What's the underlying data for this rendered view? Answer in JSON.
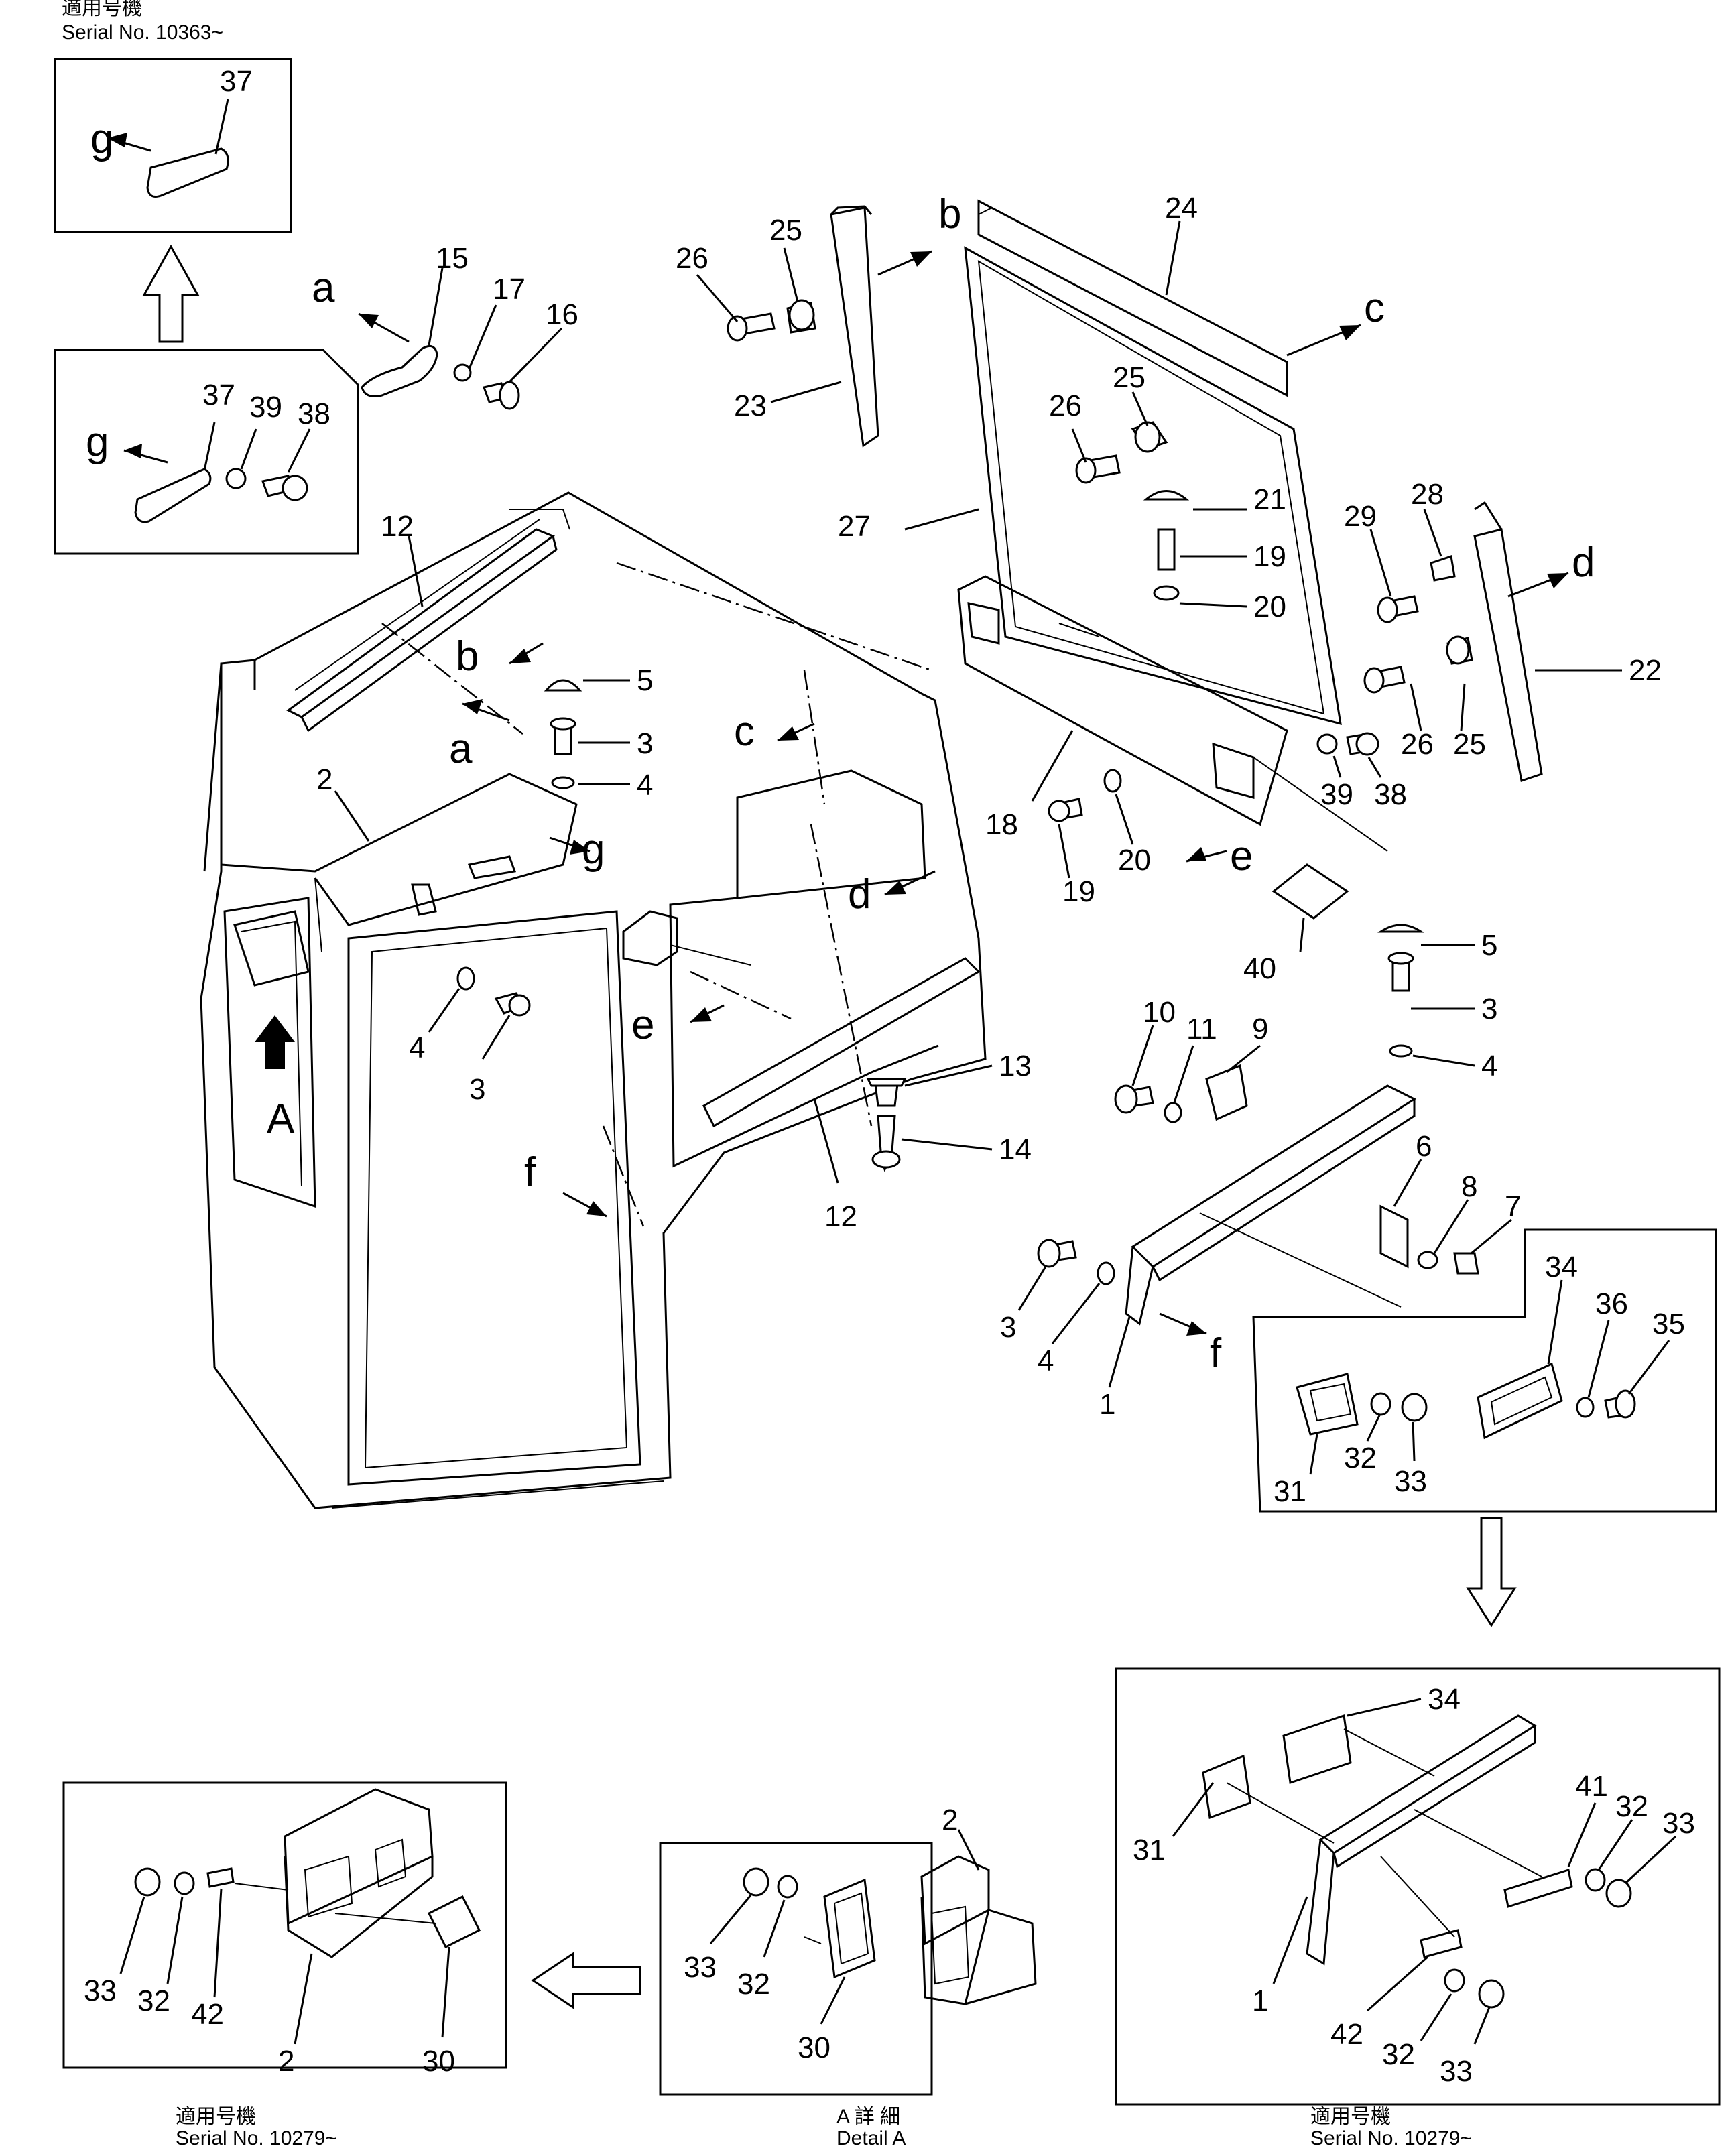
{
  "captions": {
    "top_left_jp": "適用号機",
    "top_left_serial": "Serial No. 10363~",
    "bottom_left_jp": "適用号機",
    "bottom_left_serial": "Serial No. 10279~",
    "bottom_mid_jp": "A 詳 細",
    "bottom_mid_en": "Detail A",
    "bottom_right_jp": "適用号機",
    "bottom_right_serial": "Serial No. 10279~"
  },
  "main_letters": {
    "a1": "a",
    "b1": "b",
    "c1": "c",
    "d1": "d",
    "e1": "e",
    "f1": "f",
    "g1": "g",
    "A": "A"
  },
  "main_numbers": {
    "n2": "2",
    "n3a": "3",
    "n3b": "3",
    "n4a": "4",
    "n4b": "4",
    "n5": "5",
    "n12a": "12",
    "n12b": "12",
    "n13": "13",
    "n14": "14"
  },
  "inset_tl": {
    "n37": "37",
    "g": "g"
  },
  "inset_ml": {
    "n37": "37",
    "n39": "39",
    "n38": "38",
    "g": "g"
  },
  "handle": {
    "a": "a",
    "n15": "15",
    "n17": "17",
    "n16": "16"
  },
  "pillar_left": {
    "n25": "25",
    "n26": "26",
    "n23": "23",
    "b": "b"
  },
  "window": {
    "n24": "24",
    "c": "c",
    "n25": "25",
    "n26": "26",
    "n27": "27",
    "n21": "21",
    "n19a": "19",
    "n20a": "20",
    "n28": "28",
    "n29": "29",
    "n22": "22",
    "d": "d",
    "n26b": "26",
    "n25b": "25",
    "n18": "18",
    "n19b": "19",
    "n20b": "20",
    "e": "e",
    "n39": "39",
    "n38": "38",
    "n40": "40"
  },
  "bracket": {
    "n5": "5",
    "n3a": "3",
    "n4a": "4",
    "n10": "10",
    "n11": "11",
    "n9": "9",
    "n6": "6",
    "n8": "8",
    "n7": "7",
    "n3b": "3",
    "n4b": "4",
    "n1": "1",
    "f": "f",
    "n34": "34",
    "n36": "36",
    "n35": "35",
    "n31": "31",
    "n32": "32",
    "n33": "33"
  },
  "inset_br": {
    "n34": "34",
    "n41": "41",
    "n32a": "32",
    "n33a": "33",
    "n31": "31",
    "n1": "1",
    "n42": "42",
    "n32b": "32",
    "n33b": "33"
  },
  "inset_bl": {
    "n33": "33",
    "n32": "32",
    "n42": "42",
    "n2": "2",
    "n30": "30"
  },
  "inset_bm": {
    "n2": "2",
    "n33": "33",
    "n32": "32",
    "n30": "30"
  }
}
